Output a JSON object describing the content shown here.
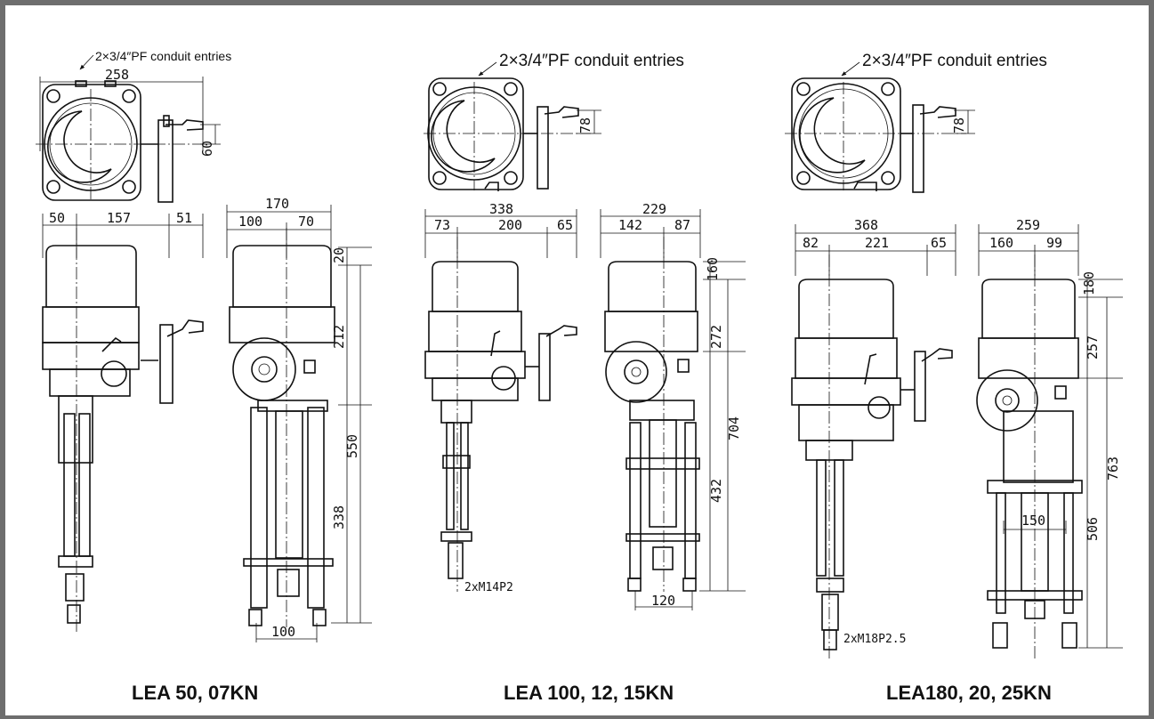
{
  "models": [
    {
      "caption": "LEA 50, 07KN",
      "conduit_note": "2×3/4″PF conduit entries",
      "top_view": {
        "width": "258",
        "handwheel_offset": "60"
      },
      "front_view": {
        "left": "50",
        "center": "157",
        "right": "51"
      },
      "side_view": {
        "overall": "170",
        "left": "100",
        "right": "70",
        "cap": "20",
        "head": "212",
        "total": "550",
        "lower": "338",
        "leg_spacing": "100"
      }
    },
    {
      "caption": "LEA 100, 12, 15KN",
      "conduit_note": "2×3/4″PF conduit entries",
      "top_view": {
        "handwheel_offset": "78"
      },
      "front_view": {
        "overall": "338",
        "left": "73",
        "center": "200",
        "right": "65",
        "thread": "2xM14P2"
      },
      "side_view": {
        "overall": "229",
        "left": "142",
        "right": "87",
        "cap": "160",
        "head": "272",
        "total": "704",
        "lower": "432",
        "leg_spacing": "120"
      }
    },
    {
      "caption": "LEA180, 20, 25KN",
      "conduit_note": "2×3/4″PF conduit entries",
      "top_view": {
        "handwheel_offset": "78"
      },
      "front_view": {
        "overall": "368",
        "left": "82",
        "center": "221",
        "right": "65",
        "thread": "2xM18P2.5"
      },
      "side_view": {
        "overall": "259",
        "left": "160",
        "right": "99",
        "cap": "180",
        "head": "257",
        "total": "763",
        "lower": "506",
        "plate_width": "150"
      }
    }
  ]
}
